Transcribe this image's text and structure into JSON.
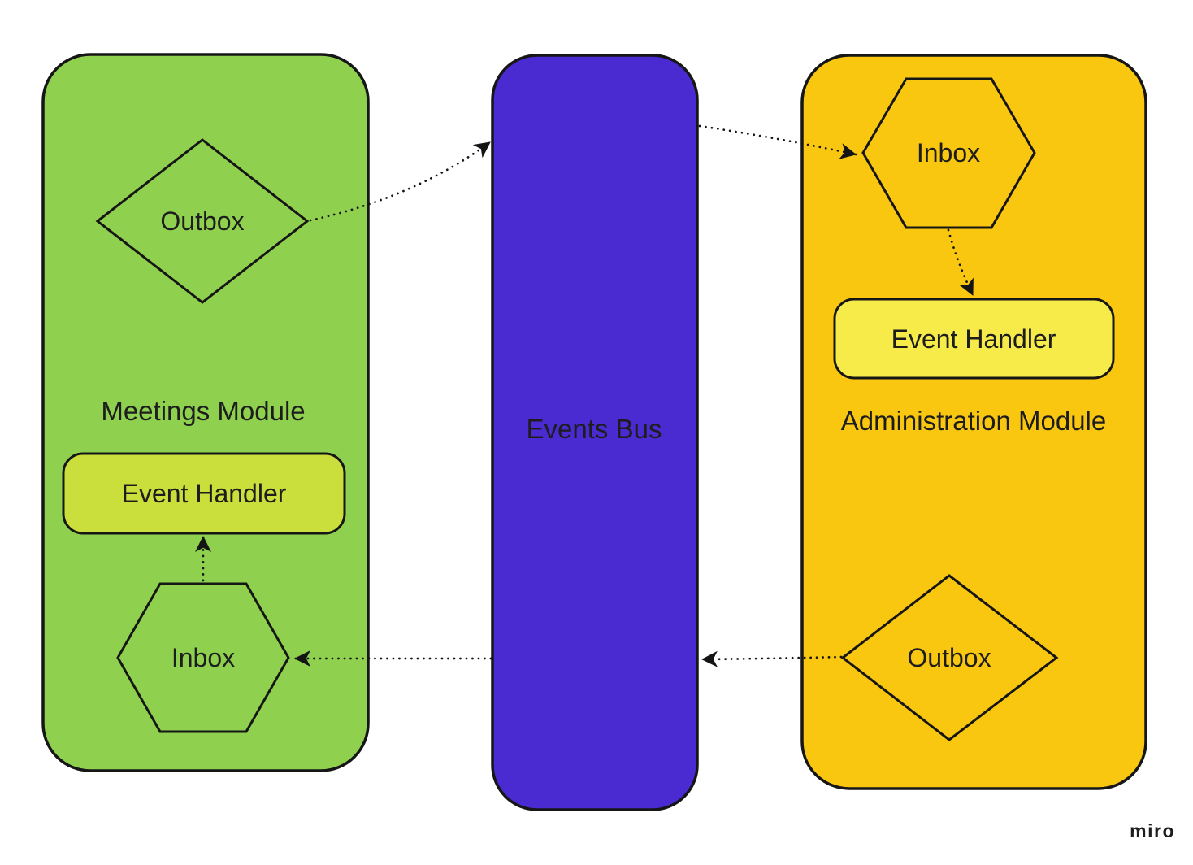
{
  "page": {
    "background": "#ffffff"
  },
  "modules": {
    "meetings": {
      "title": "Meetings Module",
      "fill": "#8FD14F",
      "outbox_label": "Outbox",
      "event_handler_label": "Event Handler",
      "event_handler_fill": "#CBDF3C",
      "inbox_label": "Inbox"
    },
    "events_bus": {
      "title": "Events Bus",
      "fill": "#4A2BD1",
      "text_color": "#ffffff"
    },
    "administration": {
      "title": "Administration Module",
      "fill": "#FAC710",
      "inbox_label": "Inbox",
      "event_handler_label": "Event Handler",
      "event_handler_fill": "#F6EB48",
      "outbox_label": "Outbox"
    }
  },
  "edges": [
    {
      "from": "meetings.outbox",
      "to": "events_bus",
      "style": "dotted-arrow"
    },
    {
      "from": "events_bus",
      "to": "administration.inbox",
      "style": "dotted-arrow"
    },
    {
      "from": "administration.inbox",
      "to": "administration.event_handler",
      "style": "dotted-arrow"
    },
    {
      "from": "administration.outbox",
      "to": "events_bus",
      "style": "dotted-arrow"
    },
    {
      "from": "events_bus",
      "to": "meetings.inbox",
      "style": "dotted-arrow"
    },
    {
      "from": "meetings.inbox",
      "to": "meetings.event_handler",
      "style": "dotted-arrow"
    }
  ],
  "watermark": {
    "label": "miro",
    "color": "#c7c5d3"
  },
  "stroke_color": "#161616"
}
